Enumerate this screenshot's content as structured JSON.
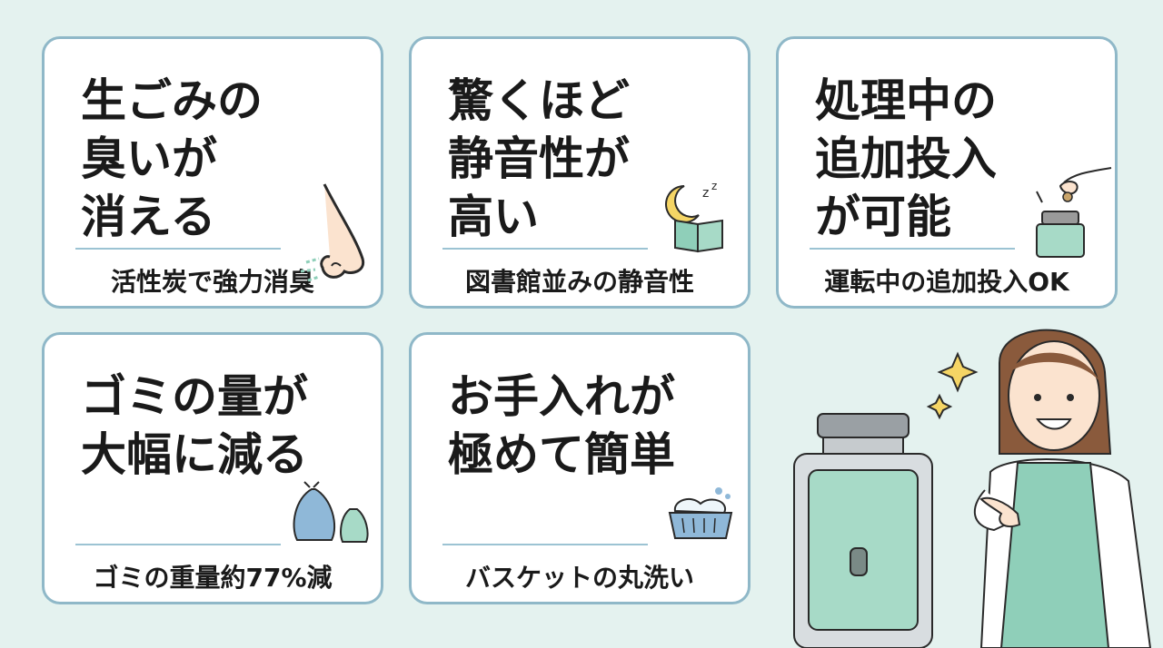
{
  "cards": [
    {
      "title": "生ごみの\n臭いが\n消える",
      "subtitle": "活性炭で強力消臭",
      "icon": "nose-icon"
    },
    {
      "title": "驚くほど\n静音性が\n高い",
      "subtitle": "図書館並みの静音性",
      "icon": "moon-book-icon"
    },
    {
      "title": "処理中の\n追加投入\nが可能",
      "subtitle": "運転中の追加投入OK",
      "icon": "hand-bin-icon"
    },
    {
      "title": "ゴミの量が\n大幅に減る",
      "subtitle": "ゴミの重量約77%減",
      "icon": "garbage-bags-icon"
    },
    {
      "title": "お手入れが\n極めて簡単",
      "subtitle": "バスケットの丸洗い",
      "icon": "wash-basket-icon"
    }
  ],
  "colors": {
    "background": "#e4f2ef",
    "card_border": "#8fb8c8",
    "accent_mint": "#8fcfb9",
    "accent_blue": "#8fb8d8"
  }
}
